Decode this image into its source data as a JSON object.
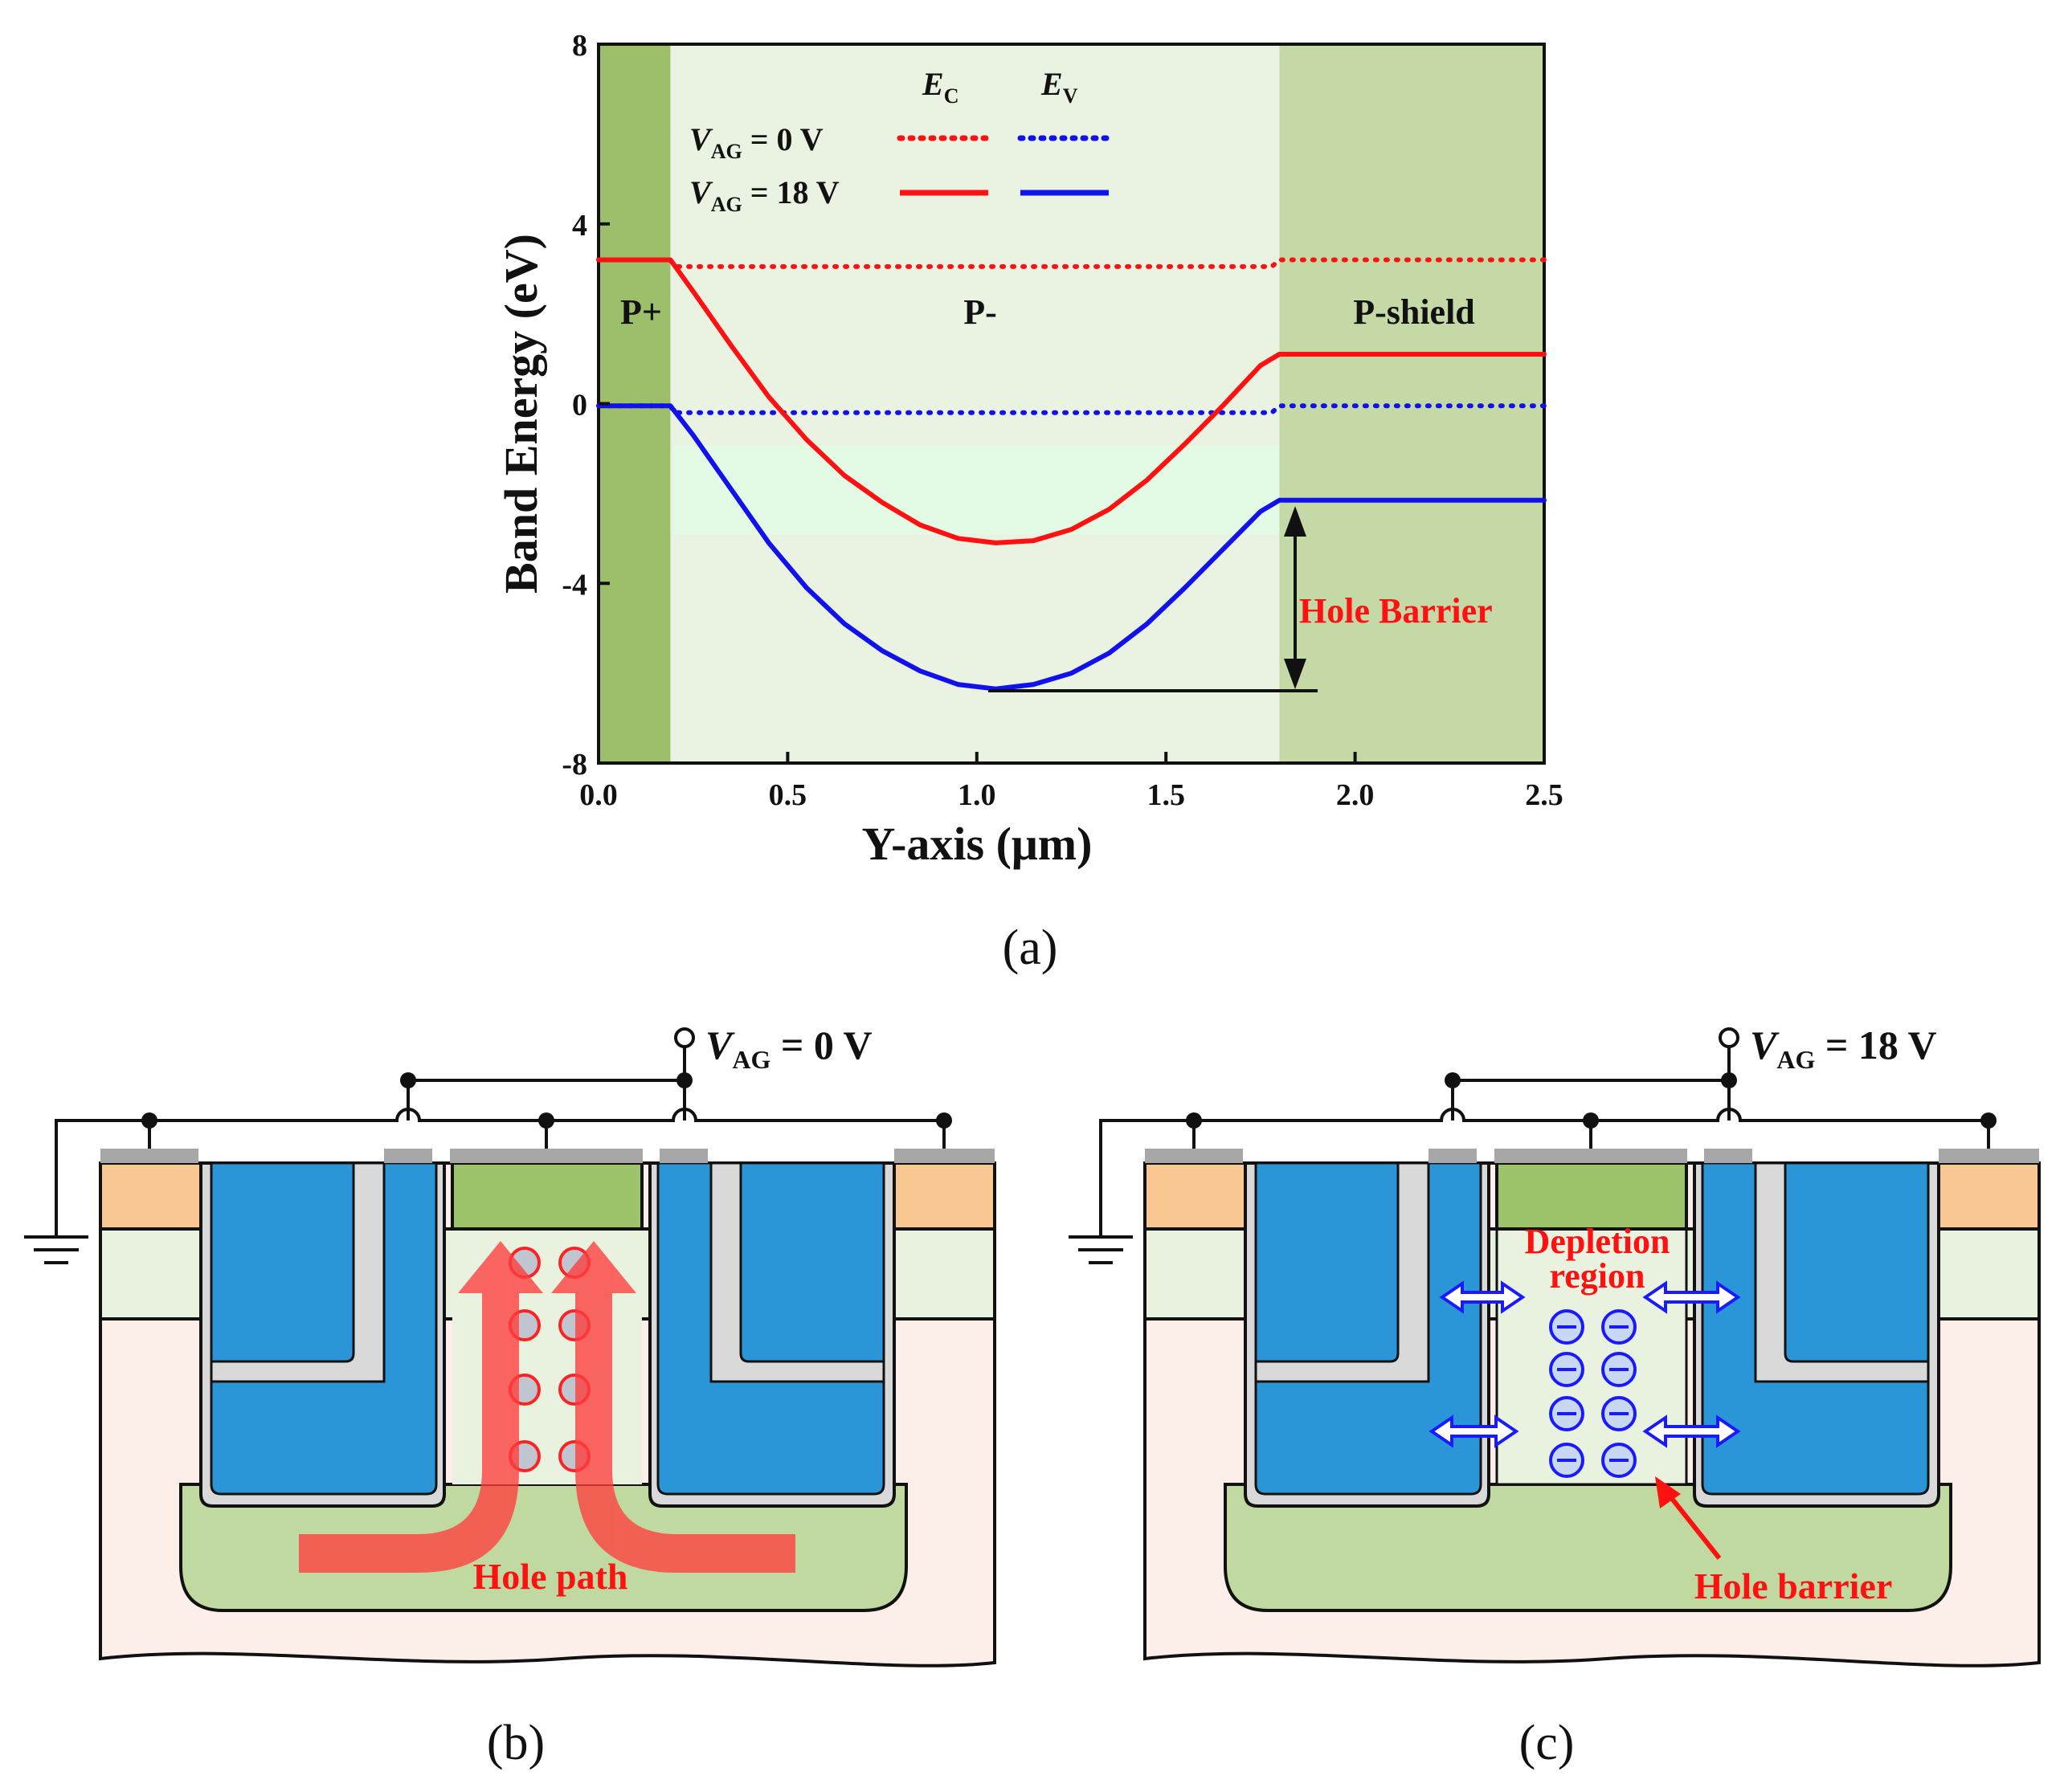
{
  "chart_data": {
    "type": "line",
    "xlabel": "Y-axis (μm)",
    "ylabel": "Band Energy (eV)",
    "xlim": [
      0.0,
      2.5
    ],
    "ylim": [
      -8,
      8
    ],
    "xticks": [
      "0.0",
      "0.5",
      "1.0",
      "1.5",
      "2.0",
      "2.5"
    ],
    "yticks": [
      "8",
      "4",
      "0",
      "-4",
      "-8"
    ],
    "regions": [
      {
        "label": "P+",
        "x": [
          0.0,
          0.19
        ],
        "color": "#9dbe6a"
      },
      {
        "label": "P-",
        "x": [
          0.19,
          1.8
        ],
        "color": "#eaf2e1"
      },
      {
        "label": "P-shield",
        "x": [
          1.8,
          2.5
        ],
        "color": "#c4d9a6"
      }
    ],
    "legend_headers": {
      "ec": "E",
      "ec_sub": "C",
      "ev": "E",
      "ev_sub": "V"
    },
    "legend_rows": [
      {
        "v": "V",
        "sub": "AG",
        "rest": " = 0 V",
        "style": "dotted"
      },
      {
        "v": "V",
        "sub": "AG",
        "rest": " = 18 V",
        "style": "solid"
      }
    ],
    "series": [
      {
        "name": "EC, VAG = 0 V",
        "color": "#ff1111",
        "style": "dotted",
        "x": [
          0.0,
          0.19,
          0.2,
          0.5,
          1.0,
          1.5,
          1.78,
          1.8,
          2.5
        ],
        "y": [
          3.2,
          3.2,
          3.05,
          3.05,
          3.05,
          3.05,
          3.05,
          3.2,
          3.2
        ]
      },
      {
        "name": "EV, VAG = 0 V",
        "color": "#1111ee",
        "style": "dotted",
        "x": [
          0.0,
          0.19,
          0.2,
          0.5,
          1.0,
          1.5,
          1.78,
          1.8,
          2.5
        ],
        "y": [
          -0.05,
          -0.05,
          -0.2,
          -0.2,
          -0.2,
          -0.2,
          -0.2,
          -0.05,
          -0.05
        ]
      },
      {
        "name": "EC, VAG = 18 V",
        "color": "#ff1111",
        "style": "solid",
        "x": [
          0.0,
          0.19,
          0.25,
          0.35,
          0.45,
          0.55,
          0.65,
          0.75,
          0.85,
          0.95,
          1.05,
          1.15,
          1.25,
          1.35,
          1.45,
          1.55,
          1.65,
          1.75,
          1.8,
          2.5
        ],
        "y": [
          3.2,
          3.2,
          2.5,
          1.3,
          0.15,
          -0.8,
          -1.6,
          -2.2,
          -2.7,
          -3.0,
          -3.1,
          -3.05,
          -2.8,
          -2.35,
          -1.7,
          -0.9,
          -0.05,
          0.85,
          1.1,
          1.1
        ]
      },
      {
        "name": "EV, VAG = 18 V",
        "color": "#1111ee",
        "style": "solid",
        "x": [
          0.0,
          0.19,
          0.25,
          0.35,
          0.45,
          0.55,
          0.65,
          0.75,
          0.85,
          0.95,
          1.05,
          1.15,
          1.25,
          1.35,
          1.45,
          1.55,
          1.65,
          1.75,
          1.8,
          2.5
        ],
        "y": [
          -0.05,
          -0.05,
          -0.7,
          -1.9,
          -3.1,
          -4.1,
          -4.9,
          -5.5,
          -5.95,
          -6.25,
          -6.35,
          -6.25,
          -6.0,
          -5.55,
          -4.9,
          -4.1,
          -3.25,
          -2.4,
          -2.15,
          -2.15
        ]
      }
    ],
    "annotations": [
      {
        "text": "Hole Barrier",
        "color": "#ff1111"
      }
    ]
  },
  "panel_labels": {
    "a": "(a)",
    "b": "(b)",
    "c": "(c)"
  },
  "diagram_b": {
    "bias": {
      "v": "V",
      "sub": "AG",
      "rest": " = 0 V"
    },
    "path_label": "Hole path",
    "path_color": "#ff3333"
  },
  "diagram_c": {
    "bias": {
      "v": "V",
      "sub": "AG",
      "rest": " = 18 V"
    },
    "depletion_label_1": "Depletion",
    "depletion_label_2": "region",
    "barrier_label": "Hole barrier",
    "ion_color": "#1a1aff"
  },
  "colors": {
    "trench": "#2a96d8",
    "oxide": "#d9d9d9",
    "p_shield": "#c0d9a0",
    "p_plus": "#9cc26a",
    "n_plus": "#f9c892",
    "p_well": "#e9f2df",
    "drift": "#fcefe9",
    "metal": "#a7a7a7"
  }
}
